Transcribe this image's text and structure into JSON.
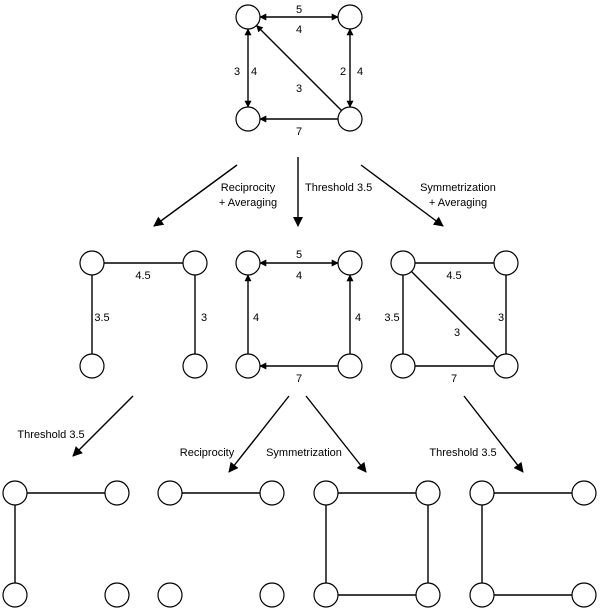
{
  "arrows": {
    "reciprocity_averaging": [
      "Reciprocity",
      "+ Averaging"
    ],
    "threshold_top": "Threshold 3.5",
    "symmetrization_averaging": [
      "Symmetrization",
      "+ Averaging"
    ],
    "threshold_left": "Threshold 3.5",
    "reciprocity": "Reciprocity",
    "symmetrization": "Symmetrization",
    "threshold_right": "Threshold 3.5"
  },
  "graphs": [
    {
      "id": "original",
      "edges": [
        {
          "from": "TL",
          "to": "TR",
          "type": "directed-both",
          "labels": [
            "5",
            "4"
          ]
        },
        {
          "from": "TL",
          "to": "BL",
          "type": "directed-both",
          "labels": [
            "3",
            "4"
          ]
        },
        {
          "from": "TR",
          "to": "BR",
          "type": "directed-both",
          "labels": [
            "2",
            "4"
          ]
        },
        {
          "from": "BR",
          "to": "TL",
          "type": "directed",
          "labels": [
            "3"
          ]
        },
        {
          "from": "BR",
          "to": "BL",
          "type": "directed",
          "labels": [
            "7"
          ]
        }
      ]
    },
    {
      "id": "reciprocity-averaging",
      "edges": [
        {
          "from": "TL",
          "to": "TR",
          "type": "undirected",
          "labels": [
            "4.5"
          ]
        },
        {
          "from": "TL",
          "to": "BL",
          "type": "undirected",
          "labels": [
            "3.5"
          ]
        },
        {
          "from": "TR",
          "to": "BR",
          "type": "undirected",
          "labels": [
            "3"
          ]
        }
      ]
    },
    {
      "id": "threshold-3-5",
      "edges": [
        {
          "from": "TL",
          "to": "TR",
          "type": "directed-both",
          "labels": [
            "5",
            "4"
          ]
        },
        {
          "from": "BL",
          "to": "TL",
          "type": "directed",
          "labels": [
            "4"
          ]
        },
        {
          "from": "BR",
          "to": "TR",
          "type": "directed",
          "labels": [
            "4"
          ]
        },
        {
          "from": "BR",
          "to": "BL",
          "type": "directed",
          "labels": [
            "7"
          ]
        }
      ]
    },
    {
      "id": "symmetrization-averaging",
      "edges": [
        {
          "from": "TL",
          "to": "TR",
          "type": "undirected",
          "labels": [
            "4.5"
          ]
        },
        {
          "from": "TL",
          "to": "BL",
          "type": "undirected",
          "labels": [
            "3.5"
          ]
        },
        {
          "from": "TR",
          "to": "BR",
          "type": "undirected",
          "labels": [
            "3"
          ]
        },
        {
          "from": "TL",
          "to": "BR",
          "type": "undirected",
          "labels": [
            "3"
          ]
        },
        {
          "from": "BL",
          "to": "BR",
          "type": "undirected",
          "labels": [
            "7"
          ]
        }
      ]
    },
    {
      "id": "threshold-of-reciprocity-averaging",
      "edges": [
        {
          "from": "TL",
          "to": "TR",
          "type": "undirected",
          "labels": []
        },
        {
          "from": "TL",
          "to": "BL",
          "type": "undirected",
          "labels": []
        }
      ]
    },
    {
      "id": "reciprocity-of-threshold",
      "edges": [
        {
          "from": "TL",
          "to": "TR",
          "type": "undirected",
          "labels": []
        }
      ]
    },
    {
      "id": "symmetrization-of-threshold",
      "edges": [
        {
          "from": "TL",
          "to": "TR",
          "type": "undirected",
          "labels": []
        },
        {
          "from": "TL",
          "to": "BL",
          "type": "undirected",
          "labels": []
        },
        {
          "from": "TR",
          "to": "BR",
          "type": "undirected",
          "labels": []
        },
        {
          "from": "BL",
          "to": "BR",
          "type": "undirected",
          "labels": []
        }
      ]
    },
    {
      "id": "threshold-of-symmetrization-averaging",
      "edges": [
        {
          "from": "TL",
          "to": "TR",
          "type": "undirected",
          "labels": []
        },
        {
          "from": "TL",
          "to": "BL",
          "type": "undirected",
          "labels": []
        },
        {
          "from": "BL",
          "to": "BR",
          "type": "undirected",
          "labels": []
        }
      ]
    }
  ]
}
